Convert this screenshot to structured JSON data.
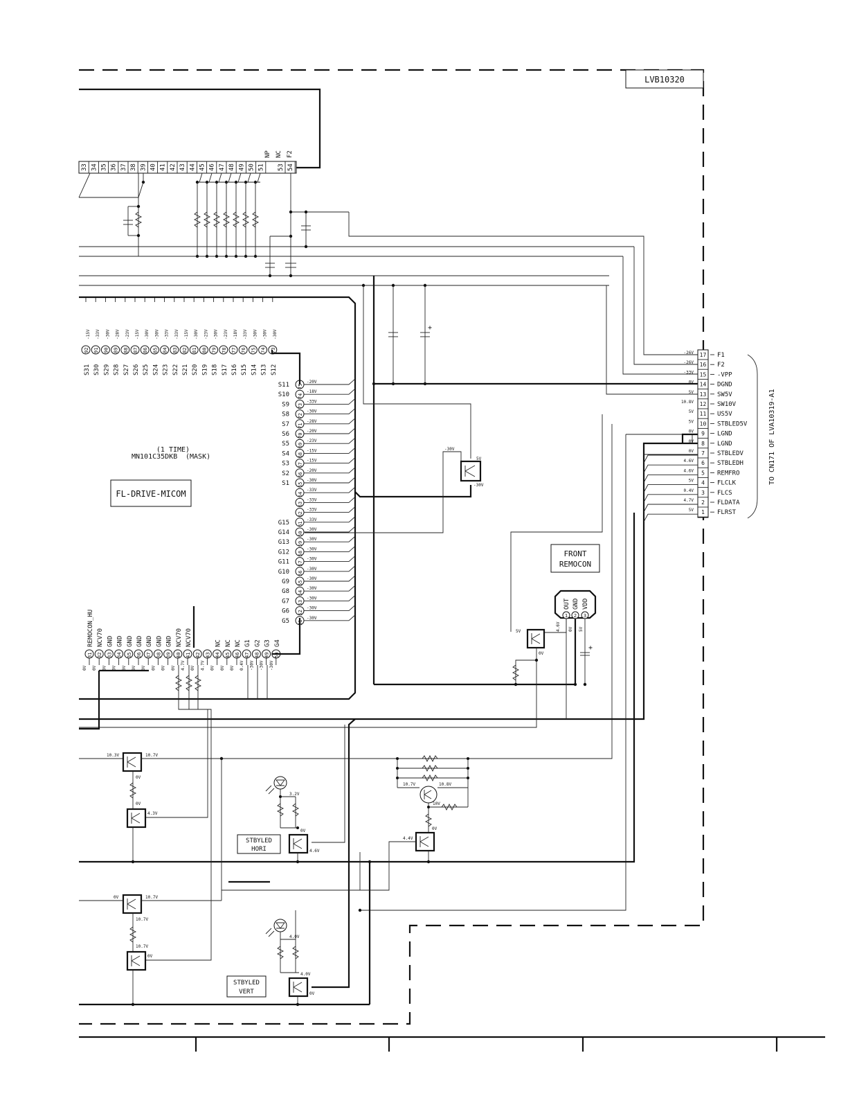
{
  "board_label": "LVB10320",
  "ic": {
    "part": "MN101C35DKB",
    "note": "(1 TIME)",
    "mask": "(MASK)",
    "name": "FL-DRIVE-MICOM",
    "left_seg_pins": [
      {
        "n": "92",
        "s": "S31",
        "v": "-15V"
      },
      {
        "n": "91",
        "s": "S30",
        "v": "-33V"
      },
      {
        "n": "90",
        "s": "S29",
        "v": "-30V"
      },
      {
        "n": "89",
        "s": "S28",
        "v": "-28V"
      },
      {
        "n": "88",
        "s": "S27",
        "v": "-23V"
      },
      {
        "n": "87",
        "s": "S26",
        "v": "-15V"
      },
      {
        "n": "86",
        "s": "S25",
        "v": "-30V"
      },
      {
        "n": "85",
        "s": "S24",
        "v": "-30V"
      },
      {
        "n": "84",
        "s": "S23",
        "v": "-33V"
      },
      {
        "n": "83",
        "s": "S22",
        "v": "-33V"
      },
      {
        "n": "82",
        "s": "S21",
        "v": "-15V"
      },
      {
        "n": "81",
        "s": "S20",
        "v": "-30V"
      },
      {
        "n": "80",
        "s": "S19",
        "v": "-23V"
      },
      {
        "n": "79",
        "s": "S18",
        "v": "-30V"
      },
      {
        "n": "78",
        "s": "S17",
        "v": "-23V"
      },
      {
        "n": "77",
        "s": "S16",
        "v": "-18V"
      },
      {
        "n": "76",
        "s": "S15",
        "v": "-33V"
      },
      {
        "n": "75",
        "s": "S14",
        "v": "-30V"
      },
      {
        "n": "74",
        "s": "S13",
        "v": "-30V"
      },
      {
        "n": "73",
        "s": "S12",
        "v": "-30V"
      }
    ],
    "right_pins": [
      {
        "n": "75",
        "s": "S11",
        "v": "-20V"
      },
      {
        "n": "74",
        "s": "S10",
        "v": "-18V"
      },
      {
        "n": "73",
        "s": "S9",
        "v": "-33V"
      },
      {
        "n": "72",
        "s": "S8",
        "v": "-30V"
      },
      {
        "n": "71",
        "s": "S7",
        "v": "-28V"
      },
      {
        "n": "70",
        "s": "S6",
        "v": "-20V"
      },
      {
        "n": "69",
        "s": "S5",
        "v": "-23V"
      },
      {
        "n": "68",
        "s": "S4",
        "v": "-15V"
      },
      {
        "n": "67",
        "s": "S3",
        "v": "-15V"
      },
      {
        "n": "66",
        "s": "S2",
        "v": "-20V"
      },
      {
        "n": "65",
        "s": "S1",
        "v": "-30V"
      },
      {
        "n": "64",
        "s": "",
        "v": "-33V"
      },
      {
        "n": "63",
        "s": "",
        "v": "-33V"
      },
      {
        "n": "62",
        "s": "",
        "v": "-33V"
      },
      {
        "n": "61",
        "s": "G15",
        "v": "-33V"
      },
      {
        "n": "60",
        "s": "G14",
        "v": "-30V"
      },
      {
        "n": "59",
        "s": "G13",
        "v": "-30V"
      },
      {
        "n": "58",
        "s": "G12",
        "v": "-30V"
      },
      {
        "n": "57",
        "s": "G11",
        "v": "-30V"
      },
      {
        "n": "56",
        "s": "G10",
        "v": "-30V"
      },
      {
        "n": "55",
        "s": "G9",
        "v": "-30V"
      },
      {
        "n": "54",
        "s": "G8",
        "v": "-30V"
      },
      {
        "n": "53",
        "s": "G7",
        "v": "-30V"
      },
      {
        "n": "52",
        "s": "G6",
        "v": "-30V"
      },
      {
        "n": "51",
        "s": "G5",
        "v": "-30V"
      }
    ],
    "bottom_pins": [
      {
        "n": "31",
        "s": "REMOCON_HU",
        "v": "0V"
      },
      {
        "n": "32",
        "s": "NCV70",
        "v": "0V"
      },
      {
        "n": "33",
        "s": "GND",
        "v": "0V"
      },
      {
        "n": "34",
        "s": "GND",
        "v": "0V"
      },
      {
        "n": "35",
        "s": "GND",
        "v": "0V"
      },
      {
        "n": "36",
        "s": "GND",
        "v": "0V"
      },
      {
        "n": "37",
        "s": "GND",
        "v": "0V"
      },
      {
        "n": "38",
        "s": "GND",
        "v": "0V"
      },
      {
        "n": "39",
        "s": "GND",
        "v": "0V"
      },
      {
        "n": "40",
        "s": "NCV70",
        "v": "0V"
      },
      {
        "n": "41",
        "s": "NCV70",
        "v": "4.7V"
      },
      {
        "n": "42",
        "s": "",
        "v": "0V"
      },
      {
        "n": "43",
        "s": "",
        "v": "4.7V"
      },
      {
        "n": "44",
        "s": "NC",
        "v": "0V"
      },
      {
        "n": "45",
        "s": "NC",
        "v": "0V"
      },
      {
        "n": "46",
        "s": "NC",
        "v": "0V"
      },
      {
        "n": "47",
        "s": "G1",
        "v": "0.4V"
      },
      {
        "n": "48",
        "s": "G2",
        "v": "-30V"
      },
      {
        "n": "49",
        "s": "G3",
        "v": "-30V"
      },
      {
        "n": "50",
        "s": "G4",
        "v": "-30V"
      }
    ]
  },
  "top_connector": {
    "pins": [
      "33",
      "34",
      "35",
      "36",
      "37",
      "38",
      "39",
      "40",
      "41",
      "42",
      "43",
      "44",
      "45",
      "46",
      "47",
      "48",
      "49",
      "50",
      "51",
      "53",
      "54"
    ],
    "labels": {
      "np": "NP",
      "nc": "NC",
      "f2": "F2"
    }
  },
  "connector": {
    "to_label": "TO CN171 OF LVA10319-A1",
    "pins": [
      {
        "n": "17",
        "name": "F1",
        "v": "-26V"
      },
      {
        "n": "16",
        "name": "F2",
        "v": "-26V"
      },
      {
        "n": "15",
        "name": "-VPP",
        "v": "-33V"
      },
      {
        "n": "14",
        "name": "DGND",
        "v": "0V"
      },
      {
        "n": "13",
        "name": "SW5V",
        "v": "5V"
      },
      {
        "n": "12",
        "name": "SW10V",
        "v": "10.8V"
      },
      {
        "n": "11",
        "name": "US5V",
        "v": "5V"
      },
      {
        "n": "10",
        "name": "STBLED5V",
        "v": "5V"
      },
      {
        "n": "9",
        "name": "LGND",
        "v": "0V"
      },
      {
        "n": "8",
        "name": "LGND",
        "v": "0V"
      },
      {
        "n": "7",
        "name": "STBLEDV",
        "v": "0V"
      },
      {
        "n": "6",
        "name": "STBLEDH",
        "v": "4.6V"
      },
      {
        "n": "5",
        "name": "REMFRO",
        "v": "4.6V"
      },
      {
        "n": "4",
        "name": "FLCLK",
        "v": "5V"
      },
      {
        "n": "3",
        "name": "FLCS",
        "v": "0.4V"
      },
      {
        "n": "2",
        "name": "FLDATA",
        "v": "4.7V"
      },
      {
        "n": "1",
        "name": "FLRST",
        "v": "5V"
      }
    ]
  },
  "front_remocon": {
    "title_line1": "FRONT",
    "title_line2": "REMOCON",
    "pins": [
      {
        "n": "1",
        "name": "OUT"
      },
      {
        "n": "2",
        "name": "GND"
      },
      {
        "n": "3",
        "name": "VDD"
      }
    ],
    "volts": {
      "out": "4.6V",
      "gnd": "0V",
      "vdd": "5V",
      "q_in": "5V",
      "q_out": "0V"
    }
  },
  "mid_transistor": {
    "in": "-30V",
    "top": "5V",
    "bottom": "-30V"
  },
  "stbyled_hori": {
    "line1": "STBYLED",
    "line2": "HORI",
    "v_led": "3.2V",
    "v_base": "0V",
    "v_in": "4.6V"
  },
  "stbyled_vert": {
    "line1": "STBYLED",
    "line2": "VERT",
    "v_led": "4.0V",
    "v_base": "4.0V",
    "v_in": "0V"
  },
  "driver_hori": {
    "q1_in": "10.3V",
    "q1_out": "10.7V",
    "q1_b": "0V",
    "q2_b": "0V",
    "q2_in": "4.3V"
  },
  "driver_vert": {
    "q1_in": "0V",
    "q1_out": "10.7V",
    "q1_b": "10.7V",
    "q2_b": "10.7V",
    "q2_in": "0V"
  },
  "regulator": {
    "left": "10.7V",
    "right": "10.8V",
    "mid": "10V",
    "base": "0V",
    "in": "4.4V"
  }
}
